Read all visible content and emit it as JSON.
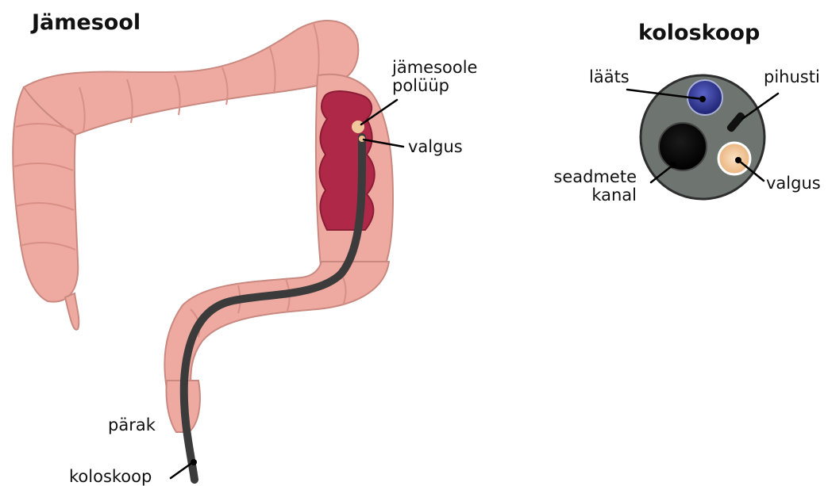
{
  "colon_diagram": {
    "title": "Jämesool",
    "labels": {
      "polyp_line1": "jämesoole",
      "polyp_line2": "polüüp",
      "light": "valgus",
      "anus": "pärak",
      "colonoscope": "koloskoop"
    }
  },
  "scope_tip_diagram": {
    "title": "koloskoop",
    "labels": {
      "lens": "lääts",
      "nozzle": "pihusti",
      "channel_line1": "seadmete",
      "channel_line2": "kanal",
      "light": "valgus"
    }
  },
  "colors": {
    "colon": "#eeaaa0",
    "colon_outline": "#c98980",
    "colon_inner": "#b02848",
    "scope": "#3b3b3b",
    "tip_face": "#6e7470",
    "lens": "#2a2f8a",
    "light": "#f6c898"
  }
}
